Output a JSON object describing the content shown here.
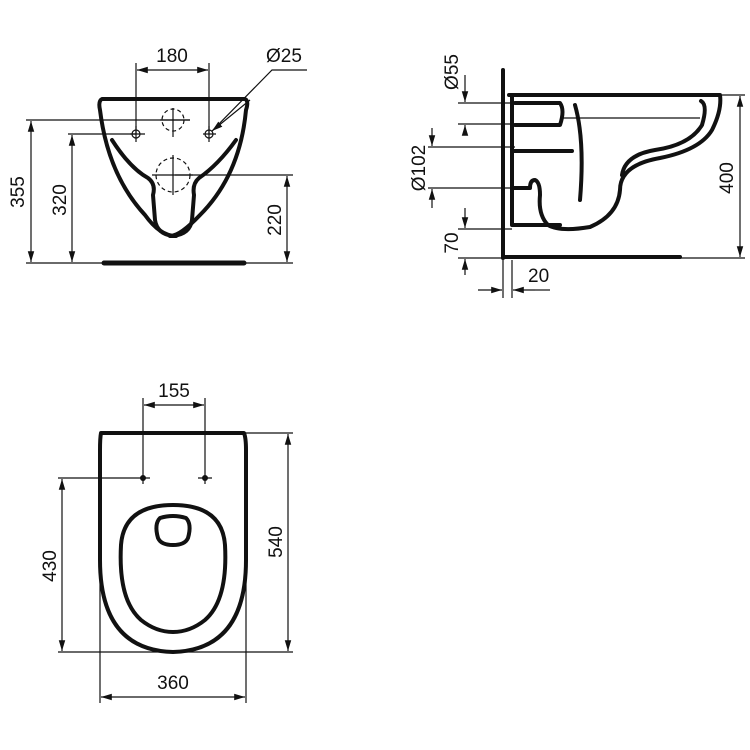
{
  "front_view": {
    "hole_spacing": "180",
    "hole_diameter": "Ø25",
    "height_upper_hole": "355",
    "height_lower_holes": "320",
    "height_outlet": "220"
  },
  "side_view": {
    "inlet_diameter": "Ø55",
    "outlet_diameter": "Ø102",
    "outlet_floor_height": "70",
    "rim_height": "400",
    "wall_gap": "20"
  },
  "top_view": {
    "hole_spacing": "155",
    "hole_to_front": "430",
    "length": "540",
    "width": "360"
  },
  "colors": {
    "line": "#111111",
    "background": "#ffffff"
  }
}
